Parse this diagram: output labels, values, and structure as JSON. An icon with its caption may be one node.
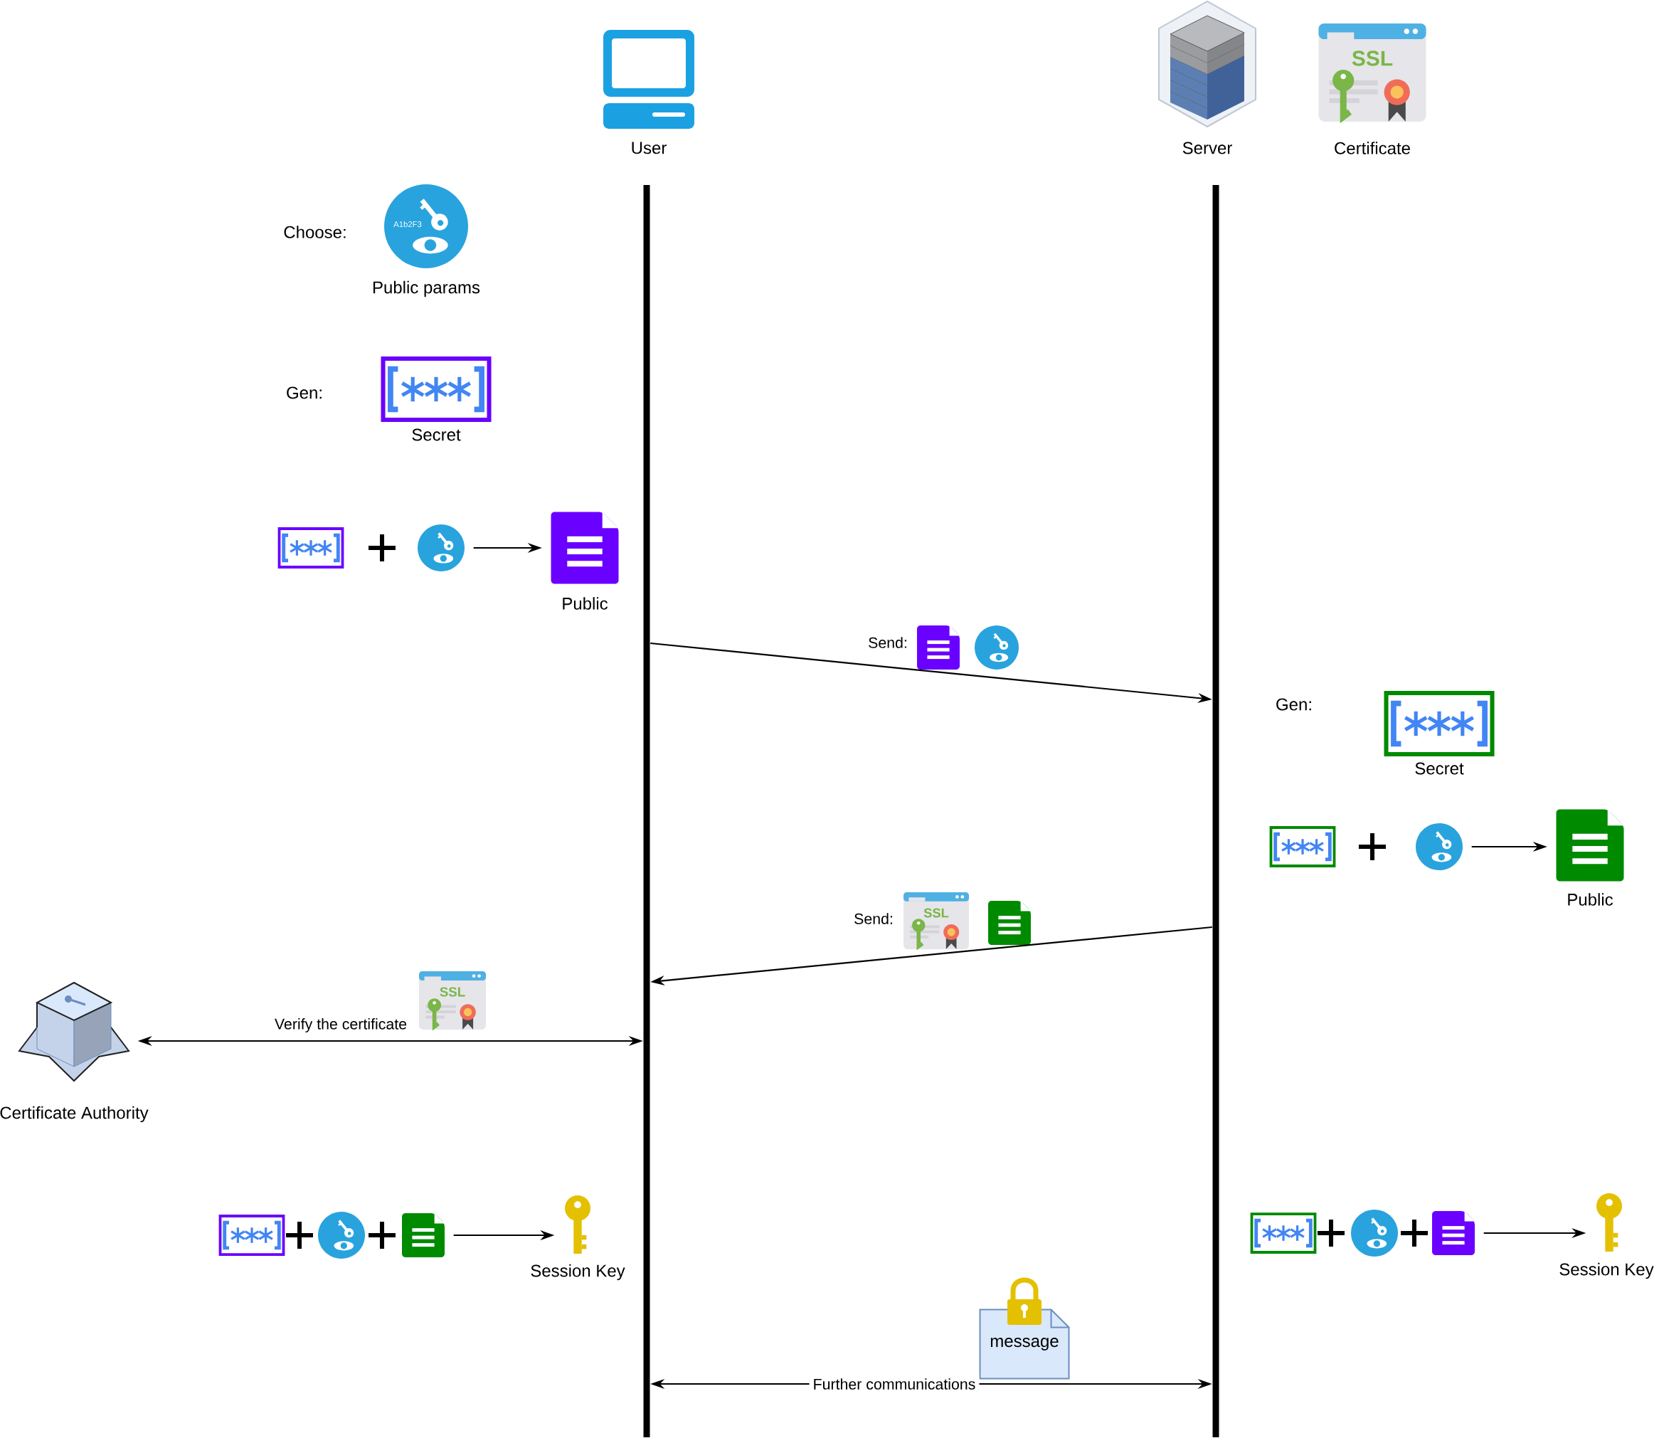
{
  "diagram": {
    "nodes": [
      {
        "text": [
          "User"
        ]
      },
      {
        "text": [
          "Server"
        ]
      },
      {
        "text": [
          "Certificate"
        ]
      },
      {
        "text": [
          "Public params"
        ]
      },
      {
        "text": [
          "Secret"
        ]
      },
      {
        "text": [],
        "shape": "bar"
      },
      {
        "text": [],
        "shape": "bar"
      },
      {
        "text": [],
        "shape": "picture"
      },
      {
        "text": [
          "Public"
        ]
      },
      {
        "text": [
          "Secret"
        ]
      },
      {
        "text": [],
        "shape": "picture"
      },
      {
        "text": [
          "Public"
        ]
      },
      {
        "text": [
          "Certificate Authority"
        ]
      },
      {
        "text": [],
        "shape": "picture"
      },
      {
        "text": [
          "Session Key"
        ]
      },
      {
        "text": [],
        "shape": "picture"
      },
      {
        "text": [
          "Session Key"
        ]
      },
      {
        "text": [
          "message"
        ]
      }
    ],
    "edges": [
      {
        "from": 7,
        "to": 8,
        "arrow": "to"
      },
      {
        "from": 5,
        "to": 6,
        "arrow": "to",
        "label": "Send:"
      },
      {
        "from": 10,
        "to": 11,
        "arrow": "to"
      },
      {
        "from": 6,
        "to": 5,
        "arrow": "to",
        "label": "Send:"
      },
      {
        "from": 12,
        "to": 5,
        "arrow": "both",
        "label": "Verify the certificate"
      },
      {
        "from": 13,
        "to": 14,
        "arrow": "to"
      },
      {
        "from": 15,
        "to": 16,
        "arrow": "to"
      },
      {
        "from": 5,
        "to": 6,
        "arrow": "both",
        "label": "Further communications"
      }
    ],
    "labels": [
      "SSL",
      "Choose:",
      "A1b2F3",
      "Gen:",
      "Gen:",
      "SSL",
      "SSL"
    ]
  }
}
